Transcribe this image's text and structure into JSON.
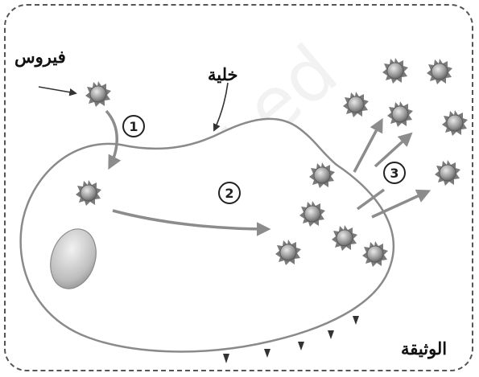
{
  "labels": {
    "virus": "فيروس",
    "cell": "خلية",
    "document": "الوثيقة"
  },
  "steps": [
    "1",
    "2",
    "3"
  ],
  "icons": {
    "virus": "virus-icon",
    "nucleus": "nucleus-icon"
  },
  "colors": {
    "membrane": "#8a8a8a",
    "arrow": "#8c8c8c",
    "virus_body": "#9a9a9a",
    "frame": "#555555"
  }
}
